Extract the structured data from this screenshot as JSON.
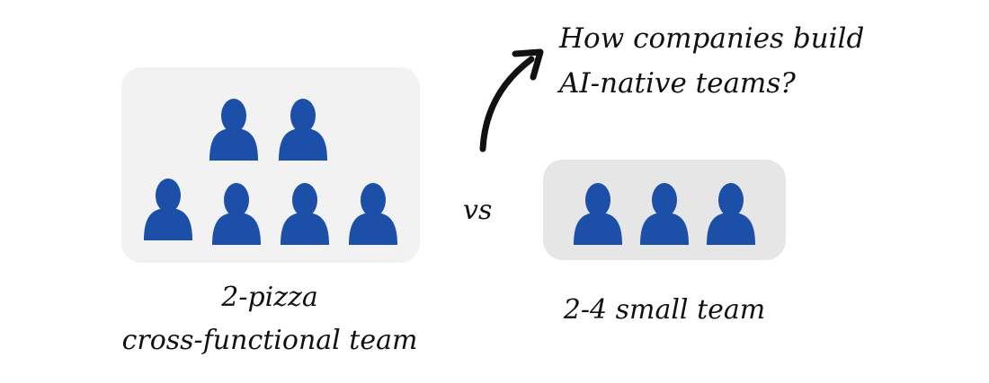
{
  "question": {
    "line1": "How companies build",
    "line2": "AI-native teams?"
  },
  "comparison": {
    "vs": "vs"
  },
  "big_team": {
    "label_line1": "2-pizza",
    "label_line2": "cross-functional team",
    "member_count": 6
  },
  "small_team": {
    "label": "2-4 small team",
    "member_count": 3
  },
  "colors": {
    "person_fill": "#1b4fa8",
    "big_box_bg": "#f2f2f2",
    "small_box_bg": "#e6e6e6",
    "text": "#111111"
  },
  "icons": {
    "person": "person-icon",
    "arrow": "curved-arrow-icon"
  }
}
